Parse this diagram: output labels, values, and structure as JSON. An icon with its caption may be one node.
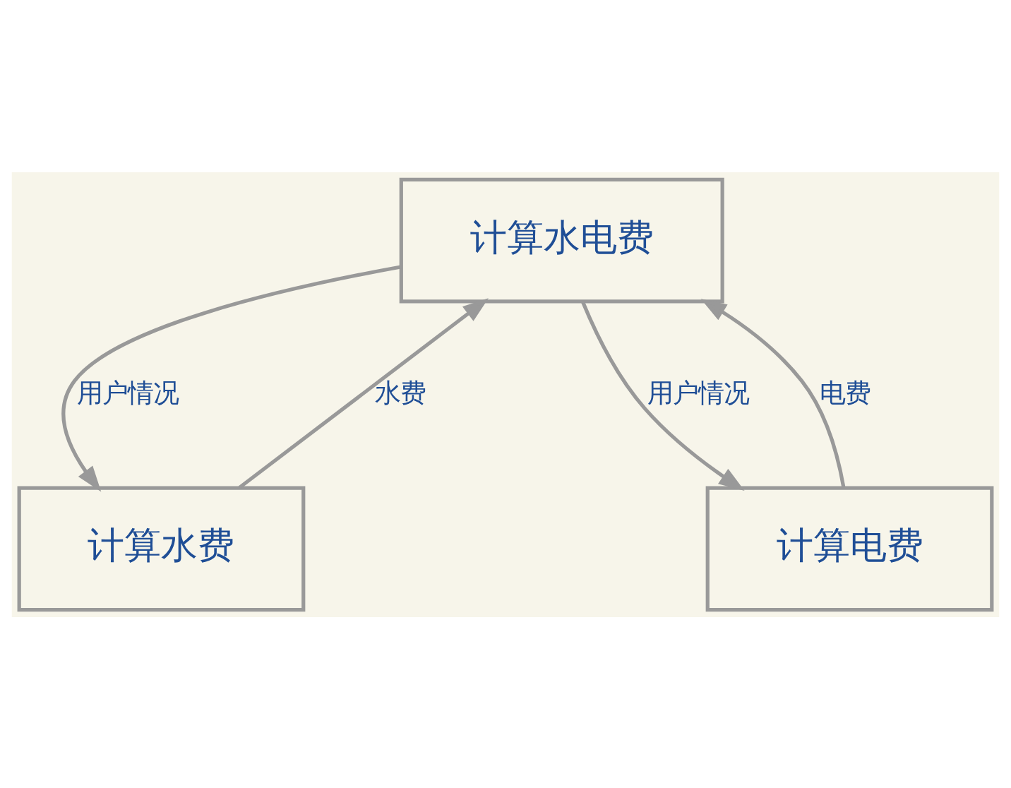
{
  "diagram": {
    "nodes": [
      {
        "text": [
          "计算水电费"
        ]
      },
      {
        "text": [
          "计算水费"
        ]
      },
      {
        "text": [
          "计算电费"
        ]
      }
    ],
    "edges": [
      {
        "from": 0,
        "to": 1,
        "arrow": "to",
        "label": "用户情况"
      },
      {
        "from": 1,
        "to": 0,
        "arrow": "to",
        "label": "水费"
      },
      {
        "from": 2,
        "to": 0,
        "arrow": "to",
        "label": "电费"
      },
      {
        "from": 0,
        "to": 2,
        "arrow": "to",
        "label": "用户情况"
      }
    ]
  }
}
